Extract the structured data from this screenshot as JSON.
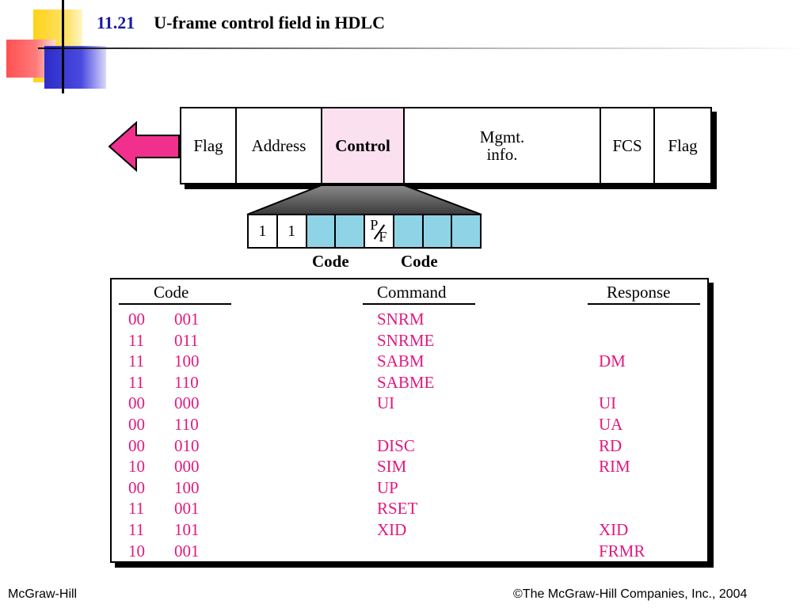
{
  "title": {
    "number": "11.21",
    "text": "U-frame control field in HDLC"
  },
  "frame_fields": [
    {
      "label": "Flag"
    },
    {
      "label": "Address"
    },
    {
      "label": "Control"
    },
    {
      "label": "Mgmt.\ninfo."
    },
    {
      "label": "FCS"
    },
    {
      "label": "Flag"
    }
  ],
  "control_bits": [
    "1",
    "1",
    "",
    "",
    "P/F",
    "",
    "",
    ""
  ],
  "pf": {
    "p": "P",
    "f": "F"
  },
  "code_labels": [
    "Code",
    "Code"
  ],
  "table": {
    "headers": [
      "Code",
      "Command",
      "Response"
    ],
    "rows": [
      {
        "code1": "00",
        "code2": "001",
        "command": "SNRM",
        "response": ""
      },
      {
        "code1": "11",
        "code2": "011",
        "command": "SNRME",
        "response": ""
      },
      {
        "code1": "11",
        "code2": "100",
        "command": "SABM",
        "response": "DM"
      },
      {
        "code1": "11",
        "code2": "110",
        "command": "SABME",
        "response": ""
      },
      {
        "code1": "00",
        "code2": "000",
        "command": "UI",
        "response": "UI"
      },
      {
        "code1": "00",
        "code2": "110",
        "command": "",
        "response": "UA"
      },
      {
        "code1": "00",
        "code2": "010",
        "command": "DISC",
        "response": "RD"
      },
      {
        "code1": "10",
        "code2": "000",
        "command": "SIM",
        "response": "RIM"
      },
      {
        "code1": "00",
        "code2": "100",
        "command": "UP",
        "response": ""
      },
      {
        "code1": "11",
        "code2": "001",
        "command": "RSET",
        "response": ""
      },
      {
        "code1": "11",
        "code2": "101",
        "command": "XID",
        "response": "XID"
      },
      {
        "code1": "10",
        "code2": "001",
        "command": "",
        "response": "FRMR"
      }
    ]
  },
  "colors": {
    "arrow": "#f0308c",
    "control_fill": "#fbe0ef",
    "code_fill": "#8fd3e6",
    "table_text": "#e0197f",
    "title_number": "#1a1aa0"
  },
  "footer": {
    "left": "McGraw-Hill",
    "right": "©The McGraw-Hill Companies, Inc., 2004"
  }
}
